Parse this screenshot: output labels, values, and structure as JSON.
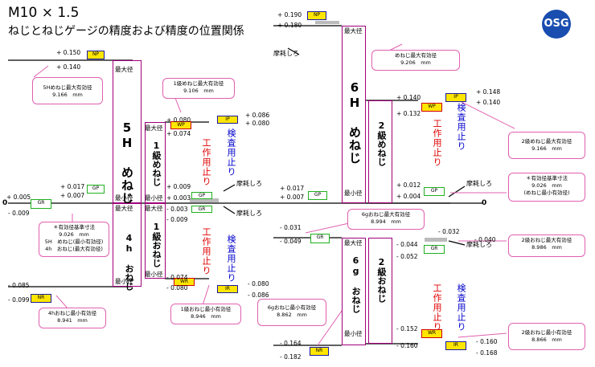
{
  "title": "M10 × 1.5",
  "subtitle": "ねじとねじゲージの精度および精度の位置関係",
  "logo_text": "OSG",
  "labels": {
    "max_dia": "最大径",
    "min_dia": "最小径",
    "wear": "摩耗しろ",
    "work_stop": "工作用止り",
    "inspect_stop": "検査用止り",
    "zero": "0"
  },
  "gauges": {
    "NP": "NP",
    "GP": "GP",
    "GR": "GR",
    "NR": "NR",
    "WP": "WP",
    "IP": "IP",
    "WR": "WR",
    "IR": "IR"
  },
  "left": {
    "female_grade": "5H めねじ",
    "male_grade": "4h おねじ",
    "female_class": "1級めねじ",
    "male_class": "1級おねじ",
    "values": {
      "np_hi": "+ 0.150",
      "np_lo": "+ 0.140",
      "gp_hi": "+ 0.017",
      "gp_lo": "+ 0.007",
      "gr_hi": "+ 0.005",
      "gr_lo": "- 0.009",
      "nr_hi": "- 0.085",
      "nr_lo": "- 0.099",
      "wp_hi": "+ 0.080",
      "wp_lo": "+ 0.074",
      "ip_hi": "+ 0.086",
      "ip_lo": "+ 0.080",
      "cls_gp_hi": "+ 0.009",
      "cls_gp_lo": "+ 0.003",
      "cls_gr_hi": "- 0.003",
      "cls_gr_lo": "- 0.009",
      "wr_hi": "- 0.074",
      "wr_lo": "- 0.080",
      "ir_hi": "- 0.080",
      "ir_lo": "- 0.086"
    },
    "callouts": {
      "female_max": [
        "5Hめねじ最大有効径",
        "9.166　mm"
      ],
      "class_female_max": [
        "1級めねじ最大有効径",
        "9.106　mm"
      ],
      "base": [
        "＊有効径基準寸法",
        "9.026　mm",
        "5H　めねじ(最小有効径)",
        "4h　おねじ(最大有効径)"
      ],
      "male_min": [
        "4hおねじ最小有効径",
        "8.941　mm"
      ],
      "class_male_min": [
        "1級おねじ最小有効径",
        "8.946　mm"
      ]
    }
  },
  "right": {
    "female_grade": "6H めねじ",
    "male_grade": "6g おねじ",
    "female_class": "2級めねじ",
    "male_class": "2級おねじ",
    "values": {
      "np_hi": "+ 0.190",
      "np_lo": "+ 0.180",
      "gp_hi": "+ 0.017",
      "gp_lo": "+ 0.007",
      "gr_hi": "- 0.031",
      "gr_lo": "- 0.049",
      "nr_hi": "- 0.164",
      "nr_lo": "- 0.182",
      "wp_hi": "+ 0.140",
      "wp_lo": "+ 0.132",
      "ip_hi": "+ 0.148",
      "ip_lo": "+ 0.140",
      "cls_gp_hi": "+ 0.012",
      "cls_gp_lo": "+ 0.004",
      "cls_gr_hi": "- 0.032",
      "cls_gr_lo": "- 0.040",
      "cls_gr_a": "- 0.044",
      "cls_gr_b": "- 0.052",
      "wr_hi": "- 0.152",
      "wr_lo": "- 0.160",
      "ir_hi": "- 0.160",
      "ir_lo": "- 0.168"
    },
    "callouts": {
      "female_max": [
        "めねじ最大有効径",
        "9.206　mm"
      ],
      "class_female_max": [
        "2級めねじ最大有効径",
        "9.166　mm"
      ],
      "base": [
        "＊有効径基準寸法",
        "9.026　mm",
        "(めねじ最小有効径)"
      ],
      "male_max": [
        "6gおねじ最大有効径",
        "8.994　mm"
      ],
      "class_male_max": [
        "2級おねじ最大有効径",
        "8.986　mm"
      ],
      "male_min": [
        "6gおねじ最小有効径",
        "8.862　mm"
      ],
      "class_male_min": [
        "2級おねじ最小有効径",
        "8.866　mm"
      ]
    }
  }
}
